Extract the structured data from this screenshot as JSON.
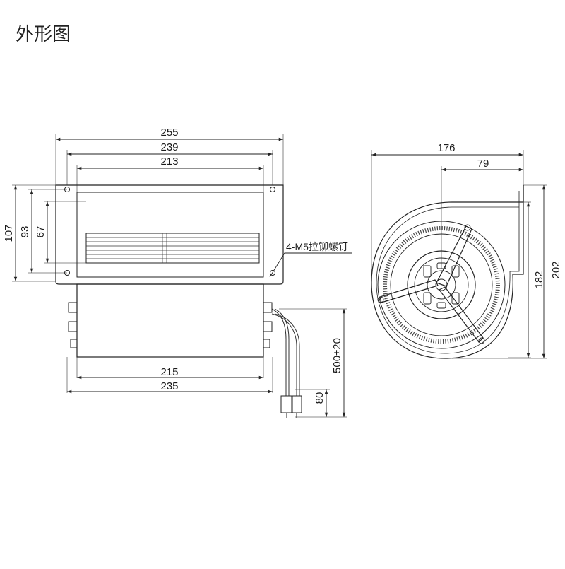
{
  "title": "外形图",
  "front_view": {
    "dims": {
      "overall_width": "255",
      "hole_spacing_width": "239",
      "opening_width": "213",
      "overall_height": "107",
      "hole_spacing_height": "93",
      "opening_height": "67",
      "body_width": "215",
      "base_width": "235",
      "lead_length": "500±20",
      "connector_length": "80"
    },
    "callout": "4-M5拉铆螺钉"
  },
  "side_view": {
    "dims": {
      "total_depth": "176",
      "outlet_offset": "79",
      "outlet_height": "182",
      "total_height": "202"
    }
  }
}
